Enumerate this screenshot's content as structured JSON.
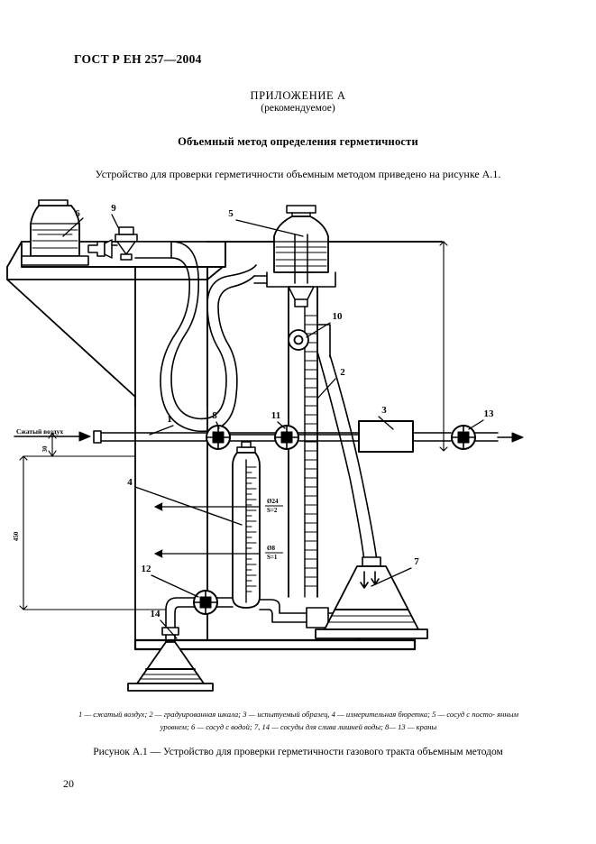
{
  "document": {
    "header": "ГОСТ Р ЕН 257—2004",
    "page_number": "20",
    "annex_title": "ПРИЛОЖЕНИЕ А",
    "annex_subtitle": "(рекомендуемое)",
    "section_title": "Объемный метод определения герметичности",
    "intro_paragraph": "Устройство для проверки герметичности объемным методом приведено на рисунке А.1.",
    "figure_caption": "Рисунок А.1 — Устройство для проверки герметичности газового тракта объемным методом",
    "legend_line1": "1 — сжатый воздух; 2 — градуированная шкала; 3 — испытуемый образец, 4 — измерительная бюретка; 5 — сосуд с посто-",
    "legend_line2": "янным уровнем; 6 — сосуд с водой; 7, 14 — сосуды для слива лишней воды; 8— 13 — краны"
  },
  "figure": {
    "inlet_label": "Сжатый воздух",
    "callouts": {
      "c1": "1",
      "c2": "2",
      "c3": "3",
      "c4": "4",
      "c5": "5",
      "c6": "6",
      "c7": "7",
      "c8": "8",
      "c9": "9",
      "c10": "10",
      "c11": "11",
      "c12": "12",
      "c13": "13",
      "c14": "14"
    },
    "dimensions": {
      "height_main": "450",
      "height_small": "30",
      "bore_large_top": "Ø24",
      "bore_large_bottom": "S=2",
      "bore_small_top": "Ø8",
      "bore_small_bottom": "S=1"
    }
  }
}
